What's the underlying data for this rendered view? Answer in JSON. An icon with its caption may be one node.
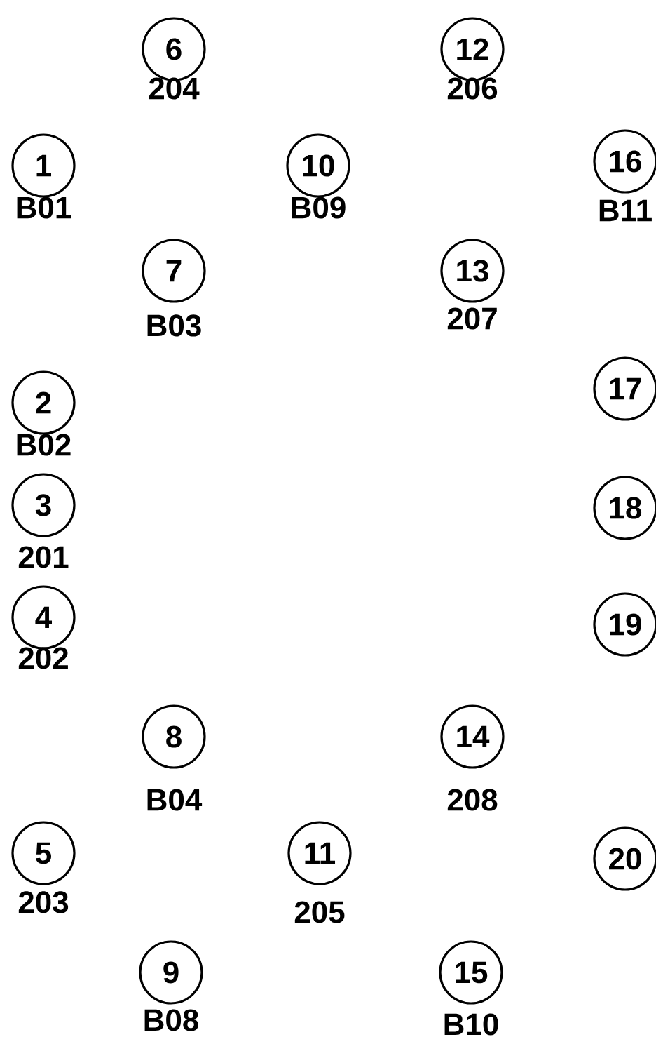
{
  "diagram": {
    "nodes": [
      {
        "text": [
          "1"
        ],
        "beside": [
          "B01"
        ]
      },
      {
        "text": [
          "2"
        ],
        "beside": [
          "B02"
        ]
      },
      {
        "text": [
          "3"
        ],
        "beside": [
          "201"
        ]
      },
      {
        "text": [
          "4"
        ],
        "beside": [
          "202"
        ]
      },
      {
        "text": [
          "5"
        ],
        "beside": [
          "203"
        ]
      },
      {
        "text": [
          "6"
        ],
        "beside": [
          "204"
        ]
      },
      {
        "text": [
          "7"
        ],
        "beside": [
          "B03"
        ]
      },
      {
        "text": [
          "8"
        ],
        "beside": [
          "B04"
        ]
      },
      {
        "text": [
          "9"
        ],
        "beside": [
          "B08"
        ]
      },
      {
        "text": [
          "10"
        ],
        "beside": [
          "B09"
        ]
      },
      {
        "text": [
          "11"
        ],
        "beside": [
          "205"
        ]
      },
      {
        "text": [
          "12"
        ],
        "beside": [
          "206"
        ]
      },
      {
        "text": [
          "13"
        ],
        "beside": [
          "207"
        ]
      },
      {
        "text": [
          "14"
        ],
        "beside": [
          "208"
        ]
      },
      {
        "text": [
          "15"
        ],
        "beside": [
          "B10"
        ]
      },
      {
        "text": [
          "16"
        ],
        "beside": [
          "B11"
        ]
      },
      {
        "text": [
          "17"
        ]
      },
      {
        "text": [
          "18"
        ]
      },
      {
        "text": [
          "19"
        ]
      },
      {
        "text": [
          "20"
        ]
      }
    ]
  }
}
